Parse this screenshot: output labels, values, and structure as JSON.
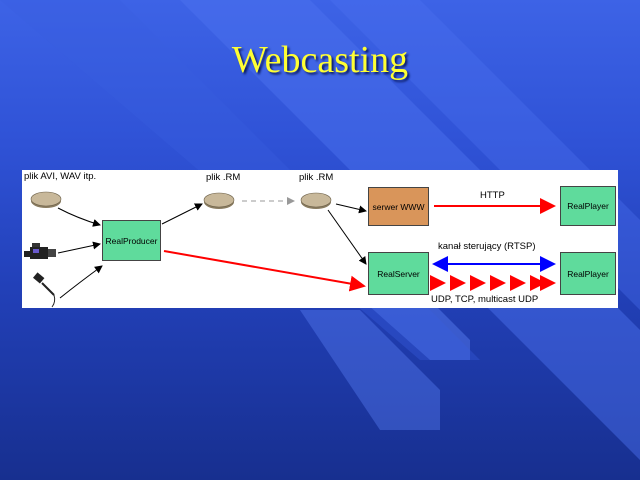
{
  "slide": {
    "title": "Webcasting"
  },
  "diagram": {
    "colors": {
      "green_box": "#5fdb9c",
      "orange_box": "#d9955a",
      "red_arrow": "#ff0000",
      "blue_arrow": "#0000ff",
      "disk": "#c8b89a"
    },
    "source_files_label": "plik AVI, WAV itp.",
    "rm_file_label_1": "plik .RM",
    "rm_file_label_2": "plik .RM",
    "realproducer_label": "RealProducer",
    "web_server_label": "serwer WWW",
    "realserver_label": "RealServer",
    "realplayer_top_label": "RealPlayer",
    "realplayer_bottom_label": "RealPlayer",
    "http_label": "HTTP",
    "rtsp_label": "kanał sterujący (RTSP)",
    "udp_label": "UDP, TCP, multicast UDP",
    "icons": [
      "disk-icon",
      "video-camera-icon",
      "microphone-icon"
    ]
  }
}
